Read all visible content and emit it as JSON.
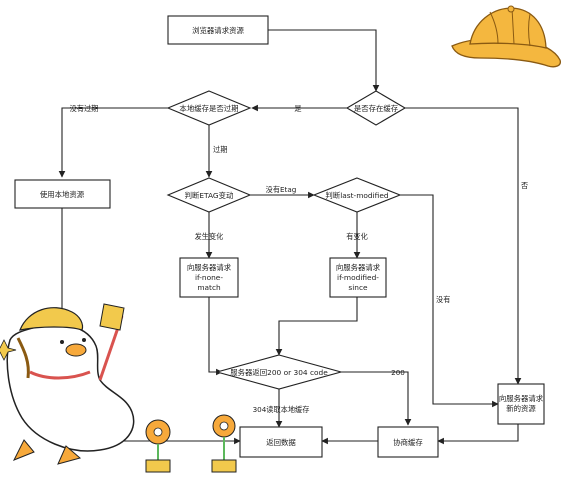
{
  "nodes": {
    "browser_request": "浏览器请求资源",
    "cache_exists": "是否存在缓存",
    "cache_expired": "本地缓存是否过期",
    "use_local": "使用本地资源",
    "check_etag": "判断ETAG变动",
    "check_last_modified": "判断last-modified",
    "request_none_match": [
      "向服务器请求",
      "if-none-",
      "match"
    ],
    "request_modified_since": [
      "向服务器请求",
      "if-modified-",
      "since"
    ],
    "server_returns": "服务器返回200 or 304 code",
    "request_new": [
      "向服务器请求",
      "新的资源"
    ],
    "negotiate_cache": "协商缓存",
    "return_data": "返回数据"
  },
  "edges": {
    "yes": "是",
    "no": "否",
    "not_expired": "没有过期",
    "expired": "过期",
    "no_etag": "没有Etag",
    "changed": "发生变化",
    "has_change": "有变化",
    "none": "没有",
    "code_200": "200",
    "code_304": "304读取本地缓存"
  },
  "decorations": {
    "hat_color": "#f4b73f",
    "duck_body_color": "#ffffff",
    "duck_beak_color": "#f7a93b",
    "flower_color": "#f7a93b",
    "leaf_color": "#5cb85c",
    "pot_color": "#f2c94c",
    "flag_color": "#f2c94c",
    "scarf_color": "#d9534f"
  }
}
